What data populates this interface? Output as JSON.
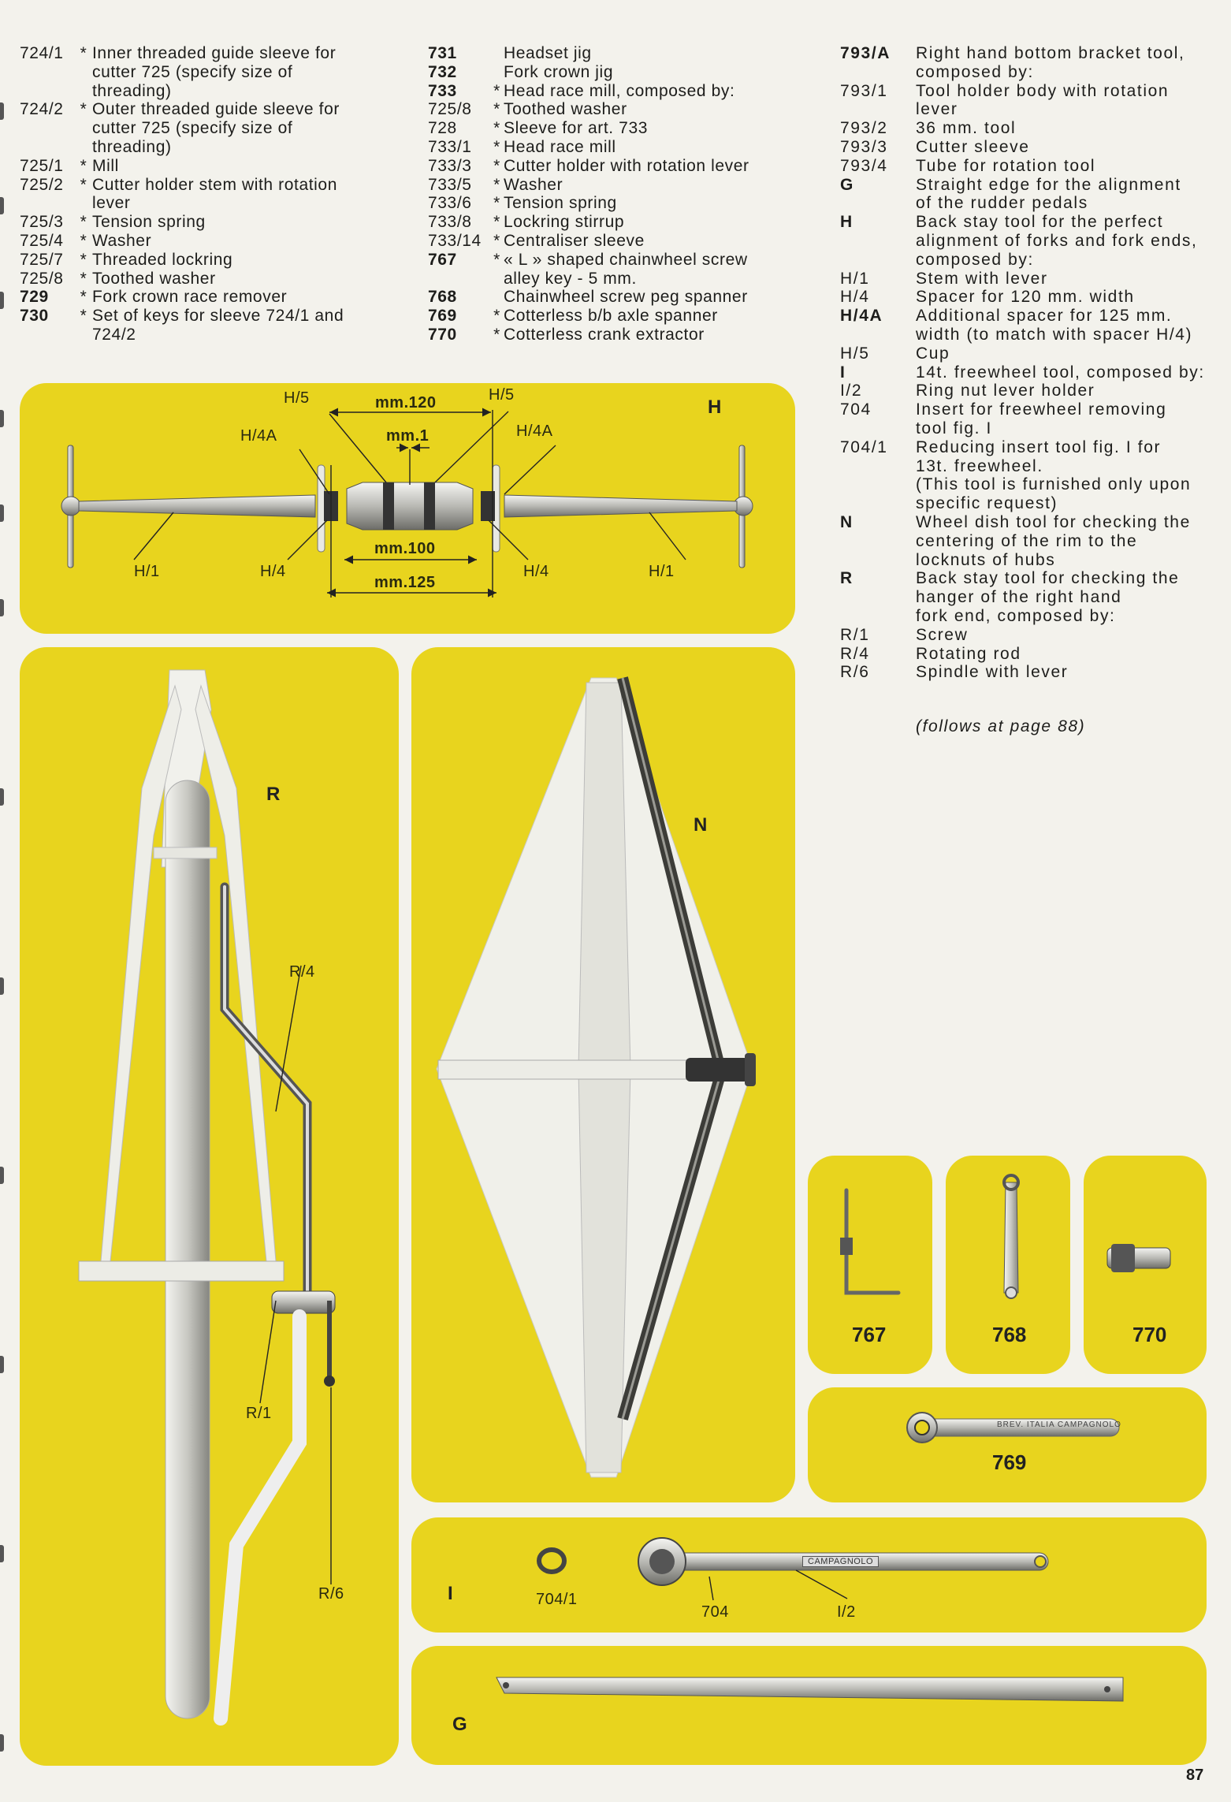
{
  "column1": [
    {
      "code": "724/1",
      "bold": false,
      "star": "*",
      "lines": [
        "Inner threaded guide sleeve for",
        "cutter 725 (specify size of",
        "threading)"
      ]
    },
    {
      "code": "724/2",
      "bold": false,
      "star": "*",
      "lines": [
        "Outer threaded guide sleeve for",
        "cutter 725 (specify size of",
        "threading)"
      ]
    },
    {
      "code": "725/1",
      "bold": false,
      "star": "*",
      "lines": [
        "Mill"
      ]
    },
    {
      "code": "725/2",
      "bold": false,
      "star": "*",
      "lines": [
        "Cutter holder stem with rotation",
        "lever"
      ]
    },
    {
      "code": "725/3",
      "bold": false,
      "star": "*",
      "lines": [
        "Tension spring"
      ]
    },
    {
      "code": "725/4",
      "bold": false,
      "star": "*",
      "lines": [
        "Washer"
      ]
    },
    {
      "code": "725/7",
      "bold": false,
      "star": "*",
      "lines": [
        "Threaded lockring"
      ]
    },
    {
      "code": "725/8",
      "bold": false,
      "star": "*",
      "lines": [
        "Toothed washer"
      ]
    },
    {
      "code": "729",
      "bold": true,
      "star": "*",
      "lines": [
        "Fork crown race remover"
      ]
    },
    {
      "code": "730",
      "bold": true,
      "star": "*",
      "lines": [
        "Set of keys for sleeve 724/1 and",
        "724/2"
      ]
    }
  ],
  "column2": [
    {
      "code": "731",
      "bold": true,
      "star": "",
      "lines": [
        "Headset jig"
      ]
    },
    {
      "code": "732",
      "bold": true,
      "star": "",
      "lines": [
        "Fork crown jig"
      ]
    },
    {
      "code": "733",
      "bold": true,
      "star": "*",
      "lines": [
        "Head race mill, composed by:"
      ]
    },
    {
      "code": "725/8",
      "bold": false,
      "star": "*",
      "lines": [
        "Toothed washer"
      ]
    },
    {
      "code": "728",
      "bold": false,
      "star": "*",
      "lines": [
        "Sleeve for art. 733"
      ]
    },
    {
      "code": "733/1",
      "bold": false,
      "star": "*",
      "lines": [
        "Head race mill"
      ]
    },
    {
      "code": "733/3",
      "bold": false,
      "star": "*",
      "lines": [
        "Cutter holder with rotation lever"
      ]
    },
    {
      "code": "733/5",
      "bold": false,
      "star": "*",
      "lines": [
        "Washer"
      ]
    },
    {
      "code": "733/6",
      "bold": false,
      "star": "*",
      "lines": [
        "Tension spring"
      ]
    },
    {
      "code": "733/8",
      "bold": false,
      "star": "*",
      "lines": [
        "Lockring stirrup"
      ]
    },
    {
      "code": "733/14",
      "bold": false,
      "star": "*",
      "lines": [
        "Centraliser sleeve"
      ]
    },
    {
      "code": "767",
      "bold": true,
      "star": "*",
      "lines": [
        "« L » shaped chainwheel screw",
        "alley key - 5 mm."
      ]
    },
    {
      "code": "768",
      "bold": true,
      "star": "",
      "lines": [
        "Chainwheel screw peg spanner"
      ]
    },
    {
      "code": "769",
      "bold": true,
      "star": "*",
      "lines": [
        "Cotterless b/b axle spanner"
      ]
    },
    {
      "code": "770",
      "bold": true,
      "star": "*",
      "lines": [
        "Cotterless crank extractor"
      ]
    }
  ],
  "column3": [
    {
      "code": "793/A",
      "bold": true,
      "star": "",
      "lines": [
        "Right hand bottom bracket tool,",
        "composed by:"
      ]
    },
    {
      "code": "793/1",
      "bold": false,
      "star": "",
      "lines": [
        "Tool holder body with rotation",
        "lever"
      ]
    },
    {
      "code": "793/2",
      "bold": false,
      "star": "",
      "lines": [
        "36 mm. tool"
      ]
    },
    {
      "code": "793/3",
      "bold": false,
      "star": "",
      "lines": [
        "Cutter sleeve"
      ]
    },
    {
      "code": "793/4",
      "bold": false,
      "star": "",
      "lines": [
        "Tube for rotation tool"
      ]
    },
    {
      "code": "G",
      "bold": true,
      "star": "",
      "lines": [
        "Straight edge for the alignment",
        "of the rudder pedals"
      ]
    },
    {
      "code": "H",
      "bold": true,
      "star": "",
      "lines": [
        "Back stay tool for the perfect",
        "alignment of forks and fork ends,",
        "composed by:"
      ]
    },
    {
      "code": "H/1",
      "bold": false,
      "star": "",
      "lines": [
        "Stem with lever"
      ]
    },
    {
      "code": "H/4",
      "bold": false,
      "star": "",
      "lines": [
        "Spacer for 120 mm. width"
      ]
    },
    {
      "code": "H/4A",
      "bold": true,
      "star": "",
      "lines": [
        "Additional spacer for 125 mm.",
        "width (to match with spacer H/4)"
      ]
    },
    {
      "code": "H/5",
      "bold": false,
      "star": "",
      "lines": [
        "Cup"
      ]
    },
    {
      "code": "I",
      "bold": true,
      "star": "",
      "lines": [
        "14t. freewheel tool, composed by:"
      ]
    },
    {
      "code": "I/2",
      "bold": false,
      "star": "",
      "lines": [
        "Ring nut lever holder"
      ]
    },
    {
      "code": "704",
      "bold": false,
      "star": "",
      "lines": [
        "Insert for freewheel removing",
        "tool fig. I"
      ]
    },
    {
      "code": "704/1",
      "bold": false,
      "star": "",
      "lines": [
        "Reducing insert tool fig. I for",
        "13t. freewheel.",
        "(This tool is furnished only upon",
        "specific request)"
      ]
    },
    {
      "code": "N",
      "bold": true,
      "star": "",
      "lines": [
        "Wheel dish tool for checking the",
        "centering of the rim to the",
        "locknuts of hubs"
      ]
    },
    {
      "code": "R",
      "bold": true,
      "star": "",
      "lines": [
        "Back stay tool for checking the",
        "hanger of the right hand",
        "fork end, composed by:"
      ]
    },
    {
      "code": "R/1",
      "bold": false,
      "star": "",
      "lines": [
        "Screw"
      ]
    },
    {
      "code": "R/4",
      "bold": false,
      "star": "",
      "lines": [
        "Rotating rod"
      ]
    },
    {
      "code": "R/6",
      "bold": false,
      "star": "",
      "lines": [
        "Spindle with lever"
      ]
    }
  ],
  "follows_note": "(follows at page 88)",
  "figures": {
    "H": {
      "title": "H",
      "labels": {
        "h5_left": "H/5",
        "h5_right": "H/5",
        "h4a_left": "H/4A",
        "h4a_right": "H/4A",
        "h1_left": "H/1",
        "h1_right": "H/1",
        "h4_left": "H/4",
        "h4_right": "H/4",
        "mm120": "mm.120",
        "mm1": "mm.1",
        "mm100": "mm.100",
        "mm125": "mm.125"
      }
    },
    "R": {
      "title": "R",
      "labels": {
        "r4": "R/4",
        "r1": "R/1",
        "r6": "R/6"
      }
    },
    "N": {
      "title": "N"
    },
    "k767": {
      "title": "767"
    },
    "k768": {
      "title": "768"
    },
    "k770": {
      "title": "770"
    },
    "k769": {
      "title": "769",
      "engraving": "BREV. ITALIA CAMPAGNOLO"
    },
    "I": {
      "title": "I",
      "labels": {
        "i704_1": "704/1",
        "i704": "704",
        "i2": "I/2"
      },
      "engraving": "CAMPAGNOLO"
    },
    "G": {
      "title": "G"
    }
  },
  "page_number": "87",
  "colors": {
    "panel": "#e8d41e",
    "paper": "#f3f2ec"
  }
}
